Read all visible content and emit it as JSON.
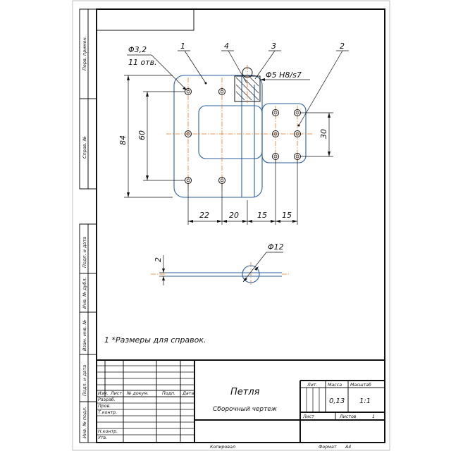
{
  "drawing": {
    "dims": {
      "hole_dia": "Φ3,2",
      "hole_count": "11 отв.",
      "pin_fit": "Φ5 H8/s7",
      "height_84": "84",
      "height_60": "60",
      "height_30": "30",
      "w_22": "22",
      "w_20": "20",
      "w_15a": "15",
      "w_15b": "15",
      "pin_dia": "Φ12",
      "thickness": "2"
    },
    "callouts": [
      "1",
      "2",
      "3",
      "4"
    ],
    "note": "1  *Размеры для справок.",
    "colors": {
      "line": "#111111",
      "part": "#2b5f9e",
      "centerline": "#e07a2a"
    }
  },
  "side_labels": {
    "perv_primen": "Перв. примен.",
    "sprav": "Справ. №",
    "podp_data_1": "Подп. и дата",
    "inv_dubl": "Инв. № дубл.",
    "vzam_inv": "Взам. инв. №",
    "podp_data_2": "Подп. и дата",
    "inv_podl": "Инв. № подл."
  },
  "title_block": {
    "izm": "Изм.",
    "list": "Лист",
    "ndokum": "№ докум.",
    "podp": "Подп.",
    "data": "Дата",
    "razrab": "Разраб.",
    "prov": "Пров.",
    "tkontr": "Т.контр.",
    "nkontr": "Н.контр.",
    "utv": "Утв.",
    "title": "Петля",
    "subtitle": "Сборочный чертеж",
    "lit": "Лит.",
    "massa": "Масса",
    "masshtab": "Масштаб",
    "mass_value": "0,13",
    "scale_value": "1:1",
    "sheet_label": "Лист",
    "sheets_label": "Листов",
    "sheets_value": "1"
  },
  "footer": {
    "kopiroval": "Копировал",
    "format_label": "Формат",
    "format_value": "A4"
  }
}
